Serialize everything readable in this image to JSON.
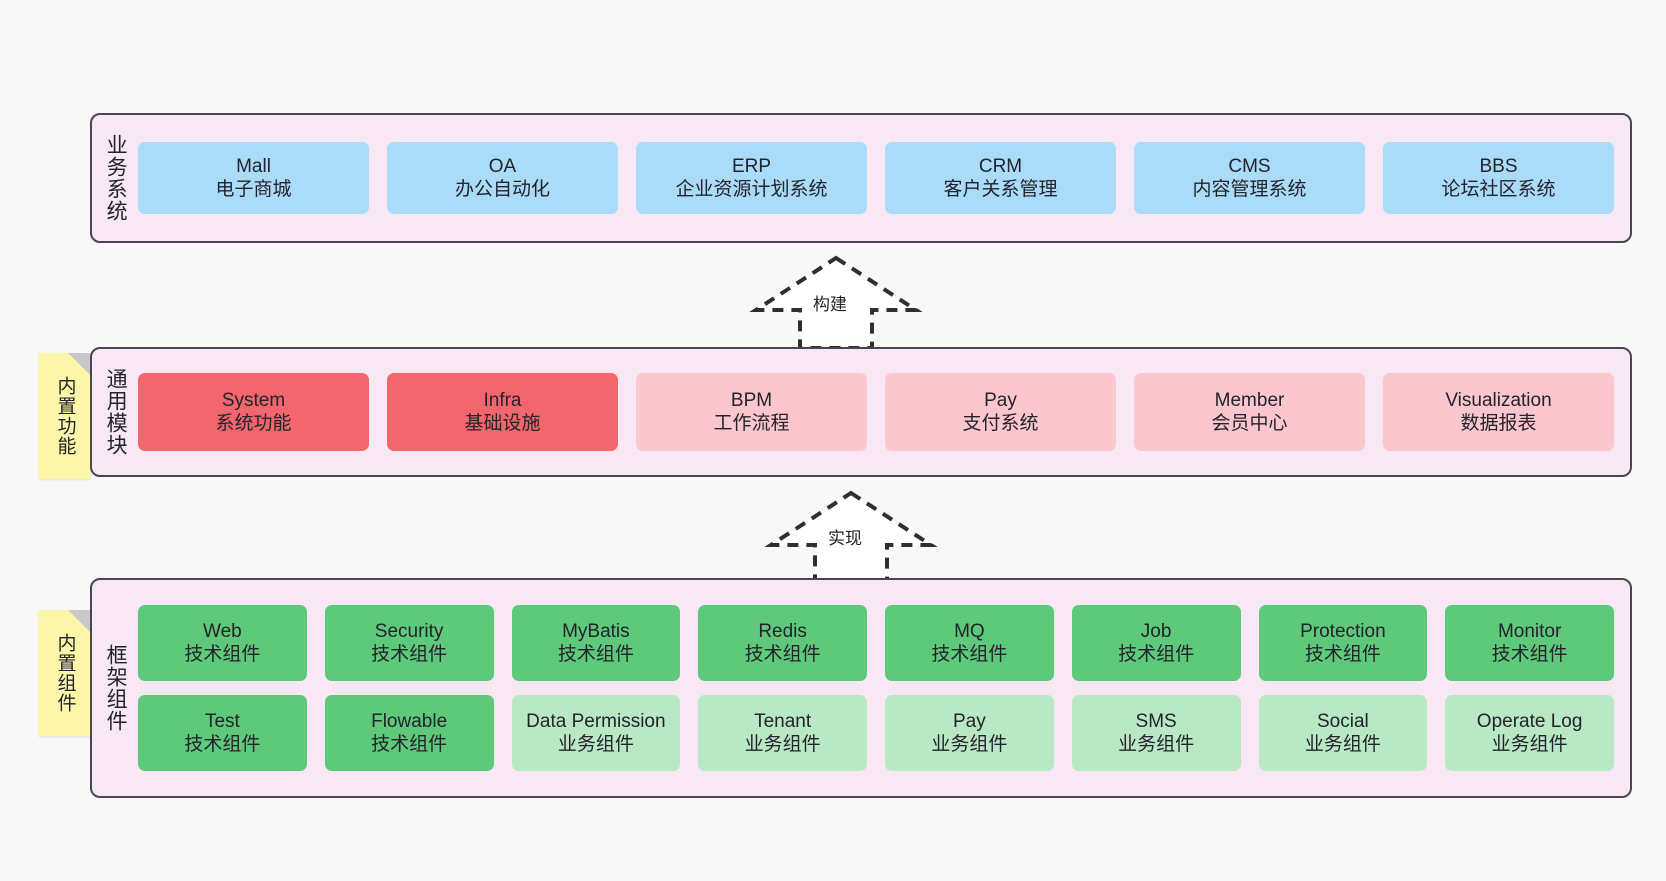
{
  "layers": [
    {
      "id": "business",
      "title": "业务系统",
      "rows": [
        {
          "cards": [
            {
              "name": "Mall",
              "sub": "电子商城",
              "style": "c-blue"
            },
            {
              "name": "OA",
              "sub": "办公自动化",
              "style": "c-blue"
            },
            {
              "name": "ERP",
              "sub": "企业资源计划系统",
              "style": "c-blue"
            },
            {
              "name": "CRM",
              "sub": "客户关系管理",
              "style": "c-blue"
            },
            {
              "name": "CMS",
              "sub": "内容管理系统",
              "style": "c-blue"
            },
            {
              "name": "BBS",
              "sub": "论坛社区系统",
              "style": "c-blue"
            }
          ]
        }
      ]
    },
    {
      "id": "common",
      "title": "通用模块",
      "sticky": "内置功能",
      "rows": [
        {
          "cards": [
            {
              "name": "System",
              "sub": "系统功能",
              "style": "c-red"
            },
            {
              "name": "Infra",
              "sub": "基础设施",
              "style": "c-red"
            },
            {
              "name": "BPM",
              "sub": "工作流程",
              "style": "c-pink"
            },
            {
              "name": "Pay",
              "sub": "支付系统",
              "style": "c-pink"
            },
            {
              "name": "Member",
              "sub": "会员中心",
              "style": "c-pink"
            },
            {
              "name": "Visualization",
              "sub": "数据报表",
              "style": "c-pink"
            }
          ]
        }
      ]
    },
    {
      "id": "frame",
      "title": "框架组件",
      "sticky": "内置组件",
      "rows": [
        {
          "cards": [
            {
              "name": "Web",
              "sub": "技术组件",
              "style": "c-green"
            },
            {
              "name": "Security",
              "sub": "技术组件",
              "style": "c-green"
            },
            {
              "name": "MyBatis",
              "sub": "技术组件",
              "style": "c-green"
            },
            {
              "name": "Redis",
              "sub": "技术组件",
              "style": "c-green"
            },
            {
              "name": "MQ",
              "sub": "技术组件",
              "style": "c-green"
            },
            {
              "name": "Job",
              "sub": "技术组件",
              "style": "c-green"
            },
            {
              "name": "Protection",
              "sub": "技术组件",
              "style": "c-green"
            },
            {
              "name": "Monitor",
              "sub": "技术组件",
              "style": "c-green"
            }
          ]
        },
        {
          "cards": [
            {
              "name": "Test",
              "sub": "技术组件",
              "style": "c-green"
            },
            {
              "name": "Flowable",
              "sub": "技术组件",
              "style": "c-green"
            },
            {
              "name": "Data Permission",
              "sub": "业务组件",
              "style": "c-lightgreen"
            },
            {
              "name": "Tenant",
              "sub": "业务组件",
              "style": "c-lightgreen"
            },
            {
              "name": "Pay",
              "sub": "业务组件",
              "style": "c-lightgreen"
            },
            {
              "name": "SMS",
              "sub": "业务组件",
              "style": "c-lightgreen"
            },
            {
              "name": "Social",
              "sub": "业务组件",
              "style": "c-lightgreen"
            },
            {
              "name": "Operate Log",
              "sub": "业务组件",
              "style": "c-lightgreen"
            }
          ]
        }
      ]
    }
  ],
  "arrows": [
    {
      "id": "build",
      "label": "构建",
      "from": "common",
      "to": "business"
    },
    {
      "id": "impl",
      "label": "实现",
      "from": "frame",
      "to": "common"
    }
  ],
  "colors": {
    "background": "#f8f8f8",
    "layer_fill": "#f7e8f3",
    "layer_border": "#4a4552",
    "sticky_fill": "#fcf7a8",
    "sticky_fold": "#c9c9c9",
    "blue": "#aadcfa",
    "red": "#f4666e",
    "pink": "#fbc6cd",
    "green": "#5ec97b",
    "light_green": "#b9e8c5",
    "text": "#23232b",
    "arrow_stroke": "#2f2f2f"
  }
}
